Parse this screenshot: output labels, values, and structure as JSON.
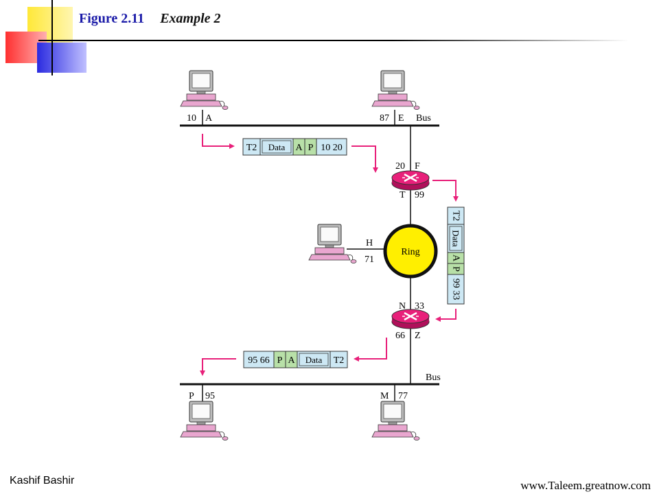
{
  "slide": {
    "figure_number": "Figure 2.11",
    "figure_title": "Example 2",
    "author": "Kashif Bashir",
    "website": "www.Taleem.greatnow.com"
  },
  "diagram": {
    "top_bus_label": "Bus",
    "bottom_bus_label": "Bus",
    "ring_label": "Ring",
    "stations": {
      "a": {
        "addr": "10",
        "name": "A"
      },
      "e": {
        "addr": "87",
        "name": "E"
      },
      "h": {
        "name": "H",
        "addr": "71"
      },
      "p": {
        "name": "P",
        "addr": "95"
      },
      "m": {
        "name": "M",
        "addr": "77"
      }
    },
    "router1": {
      "top_left": "20",
      "top_right": "F",
      "bottom_left": "T",
      "bottom_right": "99"
    },
    "router2": {
      "top_left": "N",
      "top_right": "33",
      "bottom_left": "66",
      "bottom_right": "Z"
    },
    "frame1": {
      "trailer": "T2",
      "data": "Data",
      "a": "A",
      "p": "P",
      "addrs": "10 20"
    },
    "frame2": {
      "trailer": "T2",
      "data": "Data",
      "a": "A",
      "p": "P",
      "addrs": "99 33"
    },
    "frame3": {
      "addrs": "95 66",
      "p": "P",
      "a": "A",
      "data": "Data",
      "trailer": "T2"
    }
  },
  "colors": {
    "title_blue": "#1a1aa8",
    "frame_blue": "#cde8f4",
    "frame_green": "#b8e0a8",
    "ring_yellow": "#ffef00",
    "router_magenta": "#e8207a",
    "arrow_magenta": "#e8207a"
  }
}
